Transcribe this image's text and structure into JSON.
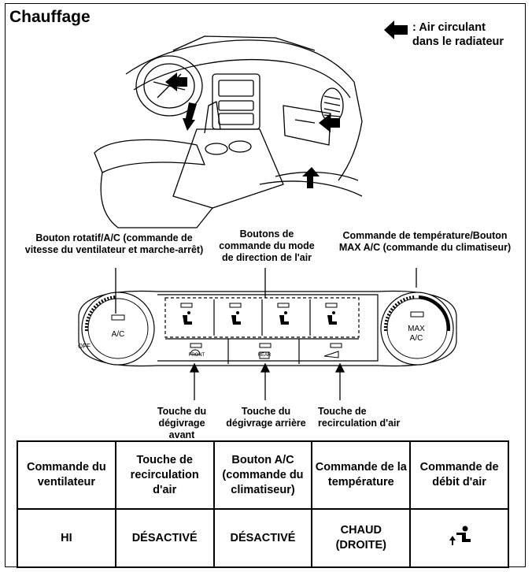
{
  "title": "Chauffage",
  "legend": {
    "text": ": Air circulant dans le radiateur",
    "icon": "black-arrow-left-icon"
  },
  "annotations": {
    "fan_knob": "Bouton rotatif/A/C (commande de vitesse du ventilateur et marche-arrêt)",
    "mode_buttons": "Boutons de commande du mode de direction de l'air",
    "temp_knob": "Commande de température/Bouton MAX A/C (commande du climatiseur)",
    "front_defrost": "Touche du dégivrage avant",
    "rear_defrost": "Touche du dégivrage arrière",
    "recirc": "Touche de recirculation d'air"
  },
  "panel": {
    "left_knob_label": "A/C",
    "off_label": "OFF",
    "right_knob_label_1": "MAX",
    "right_knob_label_2": "A/C",
    "front_label": "FRONT",
    "rear_label": "REAR"
  },
  "table": {
    "headers": [
      "Commande du ventilateur",
      "Touche de recirculation d'air",
      "Bouton A/C (commande du climatiseur)",
      "Commande de la température",
      "Commande de débit d'air"
    ],
    "values": [
      "HI",
      "DÉSACTIVÉ",
      "DÉSACTIVÉ",
      "CHAUD (DROITE)",
      ""
    ],
    "last_value_icon": "floor-airflow-mode-icon"
  }
}
